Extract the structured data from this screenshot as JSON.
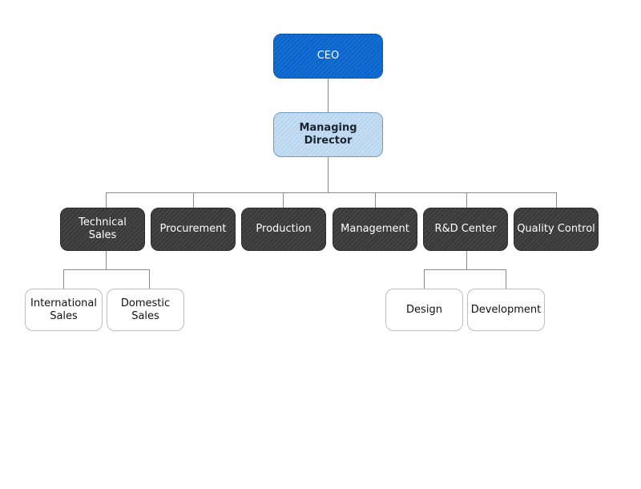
{
  "org_chart": {
    "ceo": {
      "label": "CEO"
    },
    "managing_director": {
      "label": "Managing Director"
    },
    "departments": [
      {
        "label": "Technical\nSales"
      },
      {
        "label": "Procurement"
      },
      {
        "label": "Production"
      },
      {
        "label": "Management"
      },
      {
        "label": "R&D Center"
      },
      {
        "label": "Quality Control"
      }
    ],
    "technical_sales_units": [
      {
        "label": "International\nSales"
      },
      {
        "label": "Domestic\nSales"
      }
    ],
    "rd_units": [
      {
        "label": "Design"
      },
      {
        "label": "Development"
      }
    ],
    "colors": {
      "ceo": "#0a66cc",
      "managing_director": "#b9d6ee",
      "department": "#3a3a3a",
      "sub_unit": "#ffffff",
      "connector": "#8a8a8a"
    }
  }
}
